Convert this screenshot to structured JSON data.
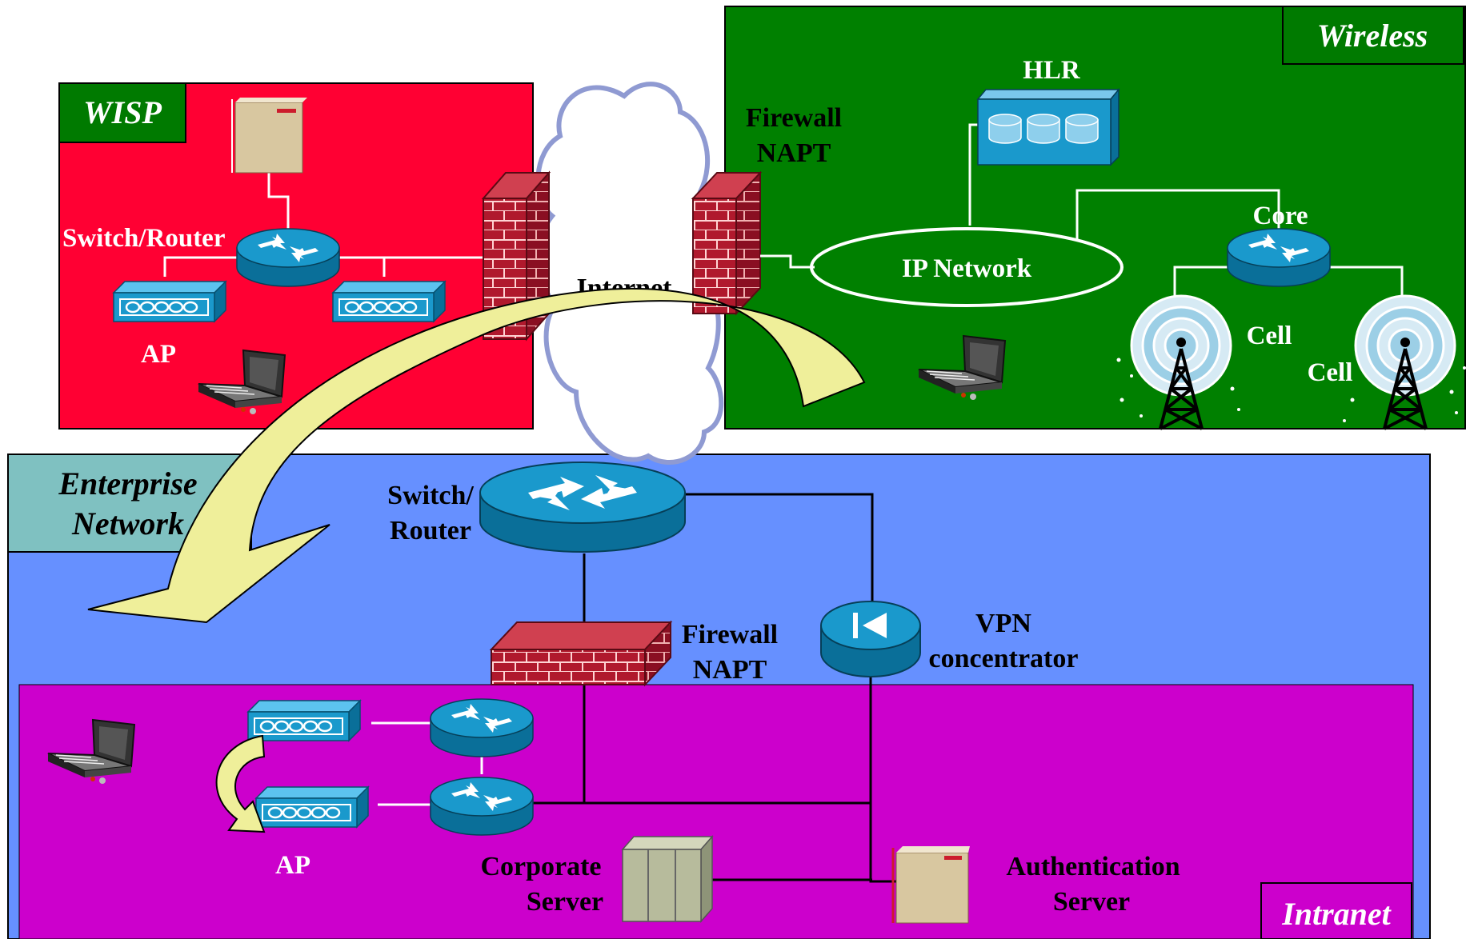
{
  "zones": {
    "wisp": "WISP",
    "wireless": "Wireless",
    "enterprise_line1": "Enterprise",
    "enterprise_line2": "Network",
    "intranet": "Intranet"
  },
  "labels": {
    "internet": "Internet",
    "wisp_switch_router": "Switch/Router",
    "wisp_ap_left": "AP",
    "wisp_ap_right": "AP",
    "wireless_firewall_line1": "Firewall",
    "wireless_firewall_line2": "NAPT",
    "hlr": "HLR",
    "ip_network": "IP Network",
    "core": "Core",
    "cell_left": "Cell",
    "cell_right": "Cell",
    "ent_switch_line1": "Switch/",
    "ent_switch_line2": "Router",
    "ent_firewall_line1": "Firewall",
    "ent_firewall_line2": "NAPT",
    "vpn_line1": "VPN",
    "vpn_line2": "concentrator",
    "intranet_ap": "AP",
    "corporate_line1": "Corporate",
    "corporate_line2": "Server",
    "auth_line1": "Authentication",
    "auth_line2": "Server"
  },
  "colors": {
    "wisp": "#ff0033",
    "wireless": "#008000",
    "enterprise": "#6690ff",
    "intranet": "#cc00cc",
    "title_tab_dark": "#007a00",
    "enterprise_tab": "#7fc1c1",
    "cloud": "#ffffff",
    "cloud_edge": "#9aa4d6",
    "roaming_arrow": "#efef9a",
    "router_top": "#1a99cc",
    "router_side": "#0a6f99",
    "firewall": "#b0192d"
  }
}
